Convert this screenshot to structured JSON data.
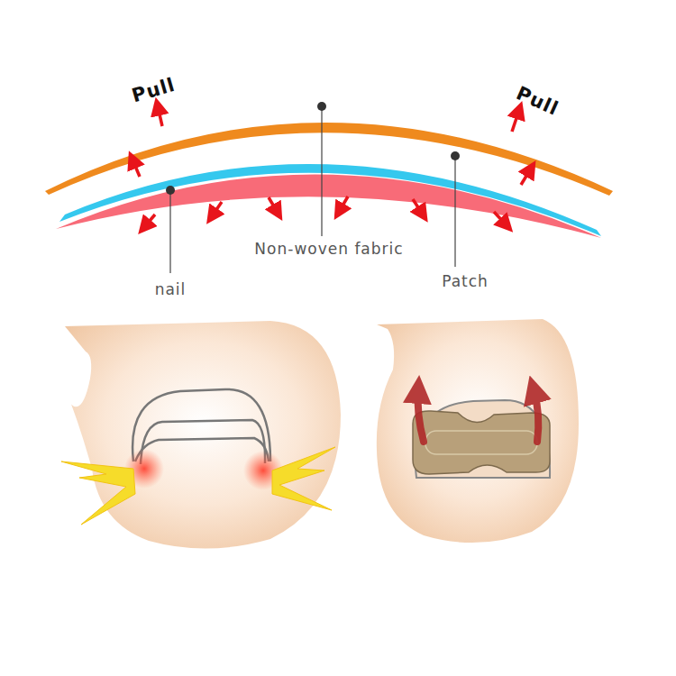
{
  "diagram": {
    "labels": [
      "Pull",
      "Pull",
      "Non-woven fabric",
      "nail",
      "Patch"
    ]
  }
}
